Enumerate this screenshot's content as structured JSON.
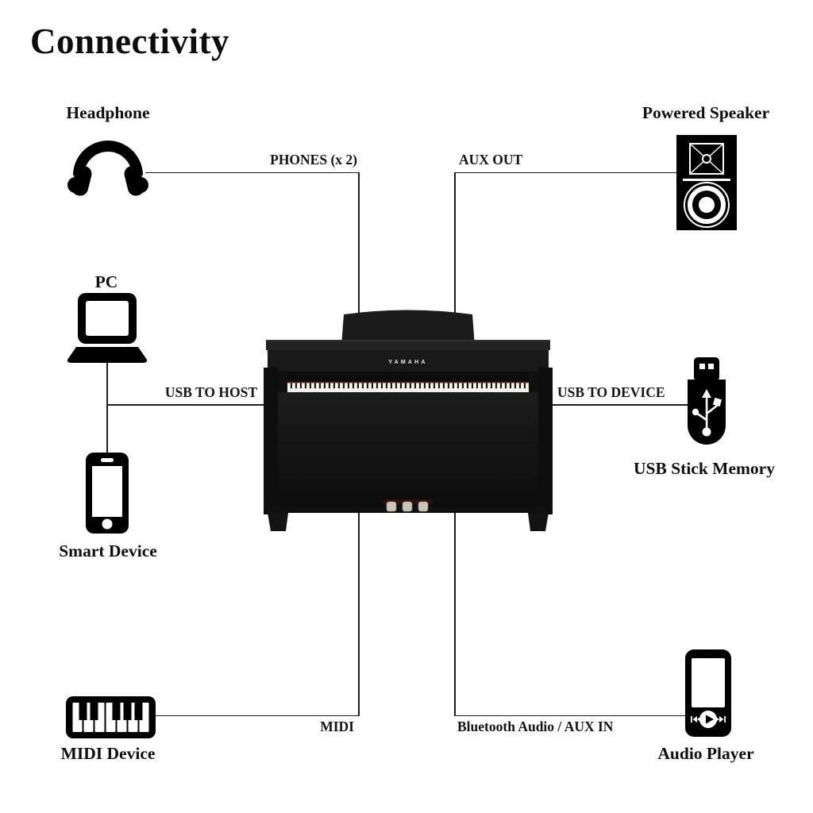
{
  "title": "Connectivity",
  "piano": {
    "brand": "YAMAHA"
  },
  "devices": {
    "headphone": {
      "label": "Headphone"
    },
    "powered_speaker": {
      "label": "Powered Speaker"
    },
    "pc": {
      "label": "PC"
    },
    "smart_device": {
      "label": "Smart Device"
    },
    "midi_device": {
      "label": "MIDI Device"
    },
    "usb_stick": {
      "label": "USB Stick Memory"
    },
    "audio_player": {
      "label": "Audio Player"
    }
  },
  "connections": {
    "phones": {
      "label": "PHONES (x 2)"
    },
    "aux_out": {
      "label": "AUX OUT"
    },
    "usb_to_host": {
      "label": "USB TO HOST"
    },
    "usb_to_device": {
      "label": "USB TO DEVICE"
    },
    "midi": {
      "label": "MIDI"
    },
    "bluetooth_aux_in": {
      "label": "Bluetooth Audio / AUX IN"
    }
  },
  "colors": {
    "background": "#ffffff",
    "text": "#111111",
    "line": "#1d1d1d",
    "icon": "#000000",
    "piano_body": "#171717",
    "pedal": "#ccc5b8"
  }
}
